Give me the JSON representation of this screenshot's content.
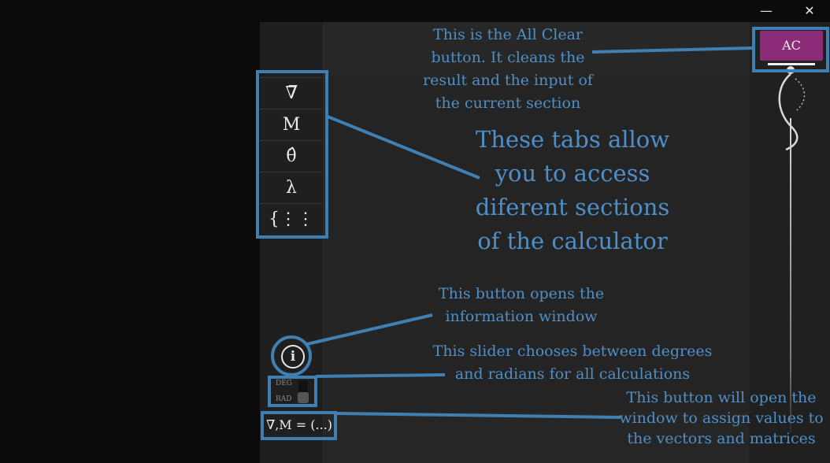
{
  "window": {
    "minimize_glyph": "—",
    "close_glyph": "✕"
  },
  "sidebar": {
    "tabs": [
      {
        "label": "∇̅"
      },
      {
        "label": "M"
      },
      {
        "label": "θ̂"
      },
      {
        "label": "λ"
      },
      {
        "label": "{⋮⋮"
      }
    ],
    "info_glyph": "i",
    "angle_toggle": {
      "deg_label": "DEG",
      "rad_label": "RAD",
      "selected": "RAD"
    },
    "assign_button_label": "∇̅,M = (...)"
  },
  "toolbar": {
    "ac_label": "AC"
  },
  "annotations": {
    "ac_note": [
      "This is the All Clear",
      "button. It cleans the",
      "result and the input of",
      "the current section"
    ],
    "tabs_note": [
      "These tabs allow",
      "you to access",
      "diferent sections",
      "of the calculator"
    ],
    "info_note": [
      "This button opens the",
      "information window"
    ],
    "slider_note": [
      "This slider chooses between degrees",
      "and radians for all calculations"
    ],
    "assign_note": [
      "This button will open the",
      "window to assign values to",
      "the vectors and matrices"
    ]
  },
  "colors": {
    "annotation": "#4f8fc7",
    "highlight": "#3f7fb1",
    "ac_button": "#8c2b78"
  }
}
